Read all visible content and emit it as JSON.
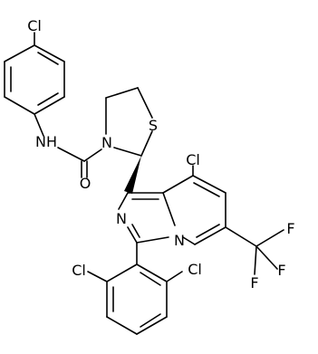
{
  "atoms": {
    "cl_top": "Cl",
    "nh": "NH",
    "n_amide": "N",
    "s_ring": "S",
    "o_carbonyl": "O",
    "cl_upper_right": "Cl",
    "n_imine": "N",
    "n_bridge": "N",
    "f_right": "F",
    "f_upper": "F",
    "f_lower": "F",
    "cl_left": "Cl",
    "cl_right": "Cl"
  }
}
